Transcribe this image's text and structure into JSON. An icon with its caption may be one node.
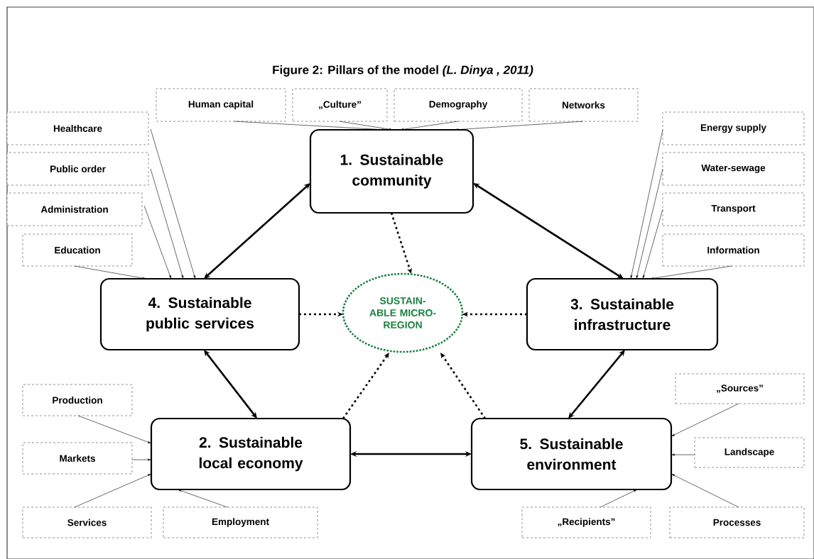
{
  "diagram": {
    "title": "Figure 2: Pillars of the model *(L. Dinya , 2011)*",
    "nodes": [
      {
        "text": [
          "Human capital"
        ]
      },
      {
        "text": [
          "„Culture”"
        ]
      },
      {
        "text": [
          "Demography"
        ]
      },
      {
        "text": [
          "Networks"
        ]
      },
      {
        "text": [
          "Healthcare"
        ]
      },
      {
        "text": [
          "Energy supply"
        ]
      },
      {
        "text": [
          "1. Sustainable community"
        ]
      },
      {
        "text": [
          "Public order"
        ]
      },
      {
        "text": [
          "Water-sewage"
        ]
      },
      {
        "text": [
          "Administration"
        ]
      },
      {
        "text": [
          "Transport"
        ]
      },
      {
        "text": [
          "Education"
        ]
      },
      {
        "text": [
          "Information"
        ]
      },
      {
        "text": [
          "4. Sustainable public services"
        ]
      },
      {
        "text": [
          "SUSTAIN-ABLE MICRO-REGION"
        ]
      },
      {
        "text": [
          "3. Sustainable infrastructure"
        ]
      },
      {
        "text": [
          "Production"
        ]
      },
      {
        "text": [
          "„Sources”"
        ]
      },
      {
        "text": [
          "2. Sustainable local economy"
        ]
      },
      {
        "text": [
          "Markets"
        ]
      },
      {
        "text": [
          "5. Sustainable environment"
        ]
      },
      {
        "text": [
          "Landscape"
        ]
      },
      {
        "text": [
          "Services"
        ]
      },
      {
        "text": [
          "Employment"
        ]
      },
      {
        "text": [
          "„Recipients”"
        ]
      },
      {
        "text": [
          "Processes"
        ]
      }
    ],
    "edges": [
      {
        "from": 0,
        "to": 6,
        "arrow": "to"
      },
      {
        "from": 1,
        "to": 6,
        "arrow": "to"
      },
      {
        "from": 2,
        "to": 6,
        "arrow": "to"
      },
      {
        "from": 3,
        "to": 6,
        "arrow": "to"
      },
      {
        "from": 4,
        "to": 13,
        "arrow": "to"
      },
      {
        "from": 7,
        "to": 13,
        "arrow": "to"
      },
      {
        "from": 9,
        "to": 13,
        "arrow": "to"
      },
      {
        "from": 11,
        "to": 13,
        "arrow": "to"
      },
      {
        "from": 5,
        "to": 15,
        "arrow": "to"
      },
      {
        "from": 8,
        "to": 15,
        "arrow": "to"
      },
      {
        "from": 10,
        "to": 15,
        "arrow": "to"
      },
      {
        "from": 12,
        "to": 15,
        "arrow": "to"
      },
      {
        "from": 16,
        "to": 18,
        "arrow": "to"
      },
      {
        "from": 19,
        "to": 18,
        "arrow": "to"
      },
      {
        "from": 22,
        "to": 18,
        "arrow": "to"
      },
      {
        "from": 23,
        "to": 18,
        "arrow": "to"
      },
      {
        "from": 17,
        "to": 20,
        "arrow": "to"
      },
      {
        "from": 21,
        "to": 20,
        "arrow": "to"
      },
      {
        "from": 24,
        "to": 20,
        "arrow": "to"
      },
      {
        "from": 25,
        "to": 20,
        "arrow": "to"
      },
      {
        "from": 6,
        "to": 13,
        "arrow": "both",
        "style": "thick"
      },
      {
        "from": 6,
        "to": 15,
        "arrow": "both",
        "style": "thick"
      },
      {
        "from": 13,
        "to": 18,
        "arrow": "both",
        "style": "thick"
      },
      {
        "from": 15,
        "to": 20,
        "arrow": "both",
        "style": "thick"
      },
      {
        "from": 18,
        "to": 20,
        "arrow": "both",
        "style": "thick"
      },
      {
        "from": 6,
        "to": 14,
        "arrow": "to",
        "style": "dashed"
      },
      {
        "from": 13,
        "to": 14,
        "arrow": "to",
        "style": "dashed"
      },
      {
        "from": 15,
        "to": 14,
        "arrow": "to",
        "style": "dashed"
      },
      {
        "from": 18,
        "to": 14,
        "arrow": "to",
        "style": "dashed"
      },
      {
        "from": 20,
        "to": 14,
        "arrow": "to",
        "style": "dashed"
      }
    ]
  }
}
